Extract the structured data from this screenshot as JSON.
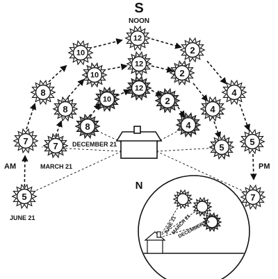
{
  "compass": {
    "south": "S",
    "north": "N"
  },
  "labels": {
    "noon": "NOON",
    "am": "AM",
    "pm": "PM",
    "june": "JUNE 21",
    "march": "MARCH 21",
    "december": "DECEMBER 21"
  },
  "inset": {
    "june": "JUNE 21",
    "march": "MARCH 21",
    "december": "DECEMBER 21"
  },
  "paths": {
    "june": {
      "shading": "white",
      "hours": [
        "5",
        "7",
        "8",
        "10",
        "12",
        "2",
        "4",
        "5",
        "7"
      ]
    },
    "march": {
      "shading": "dotted",
      "hours": [
        "7",
        "8",
        "10",
        "12",
        "2",
        "4",
        "5"
      ]
    },
    "december": {
      "shading": "dark-dotted",
      "hours": [
        "8",
        "10",
        "12",
        "2",
        "4"
      ]
    }
  },
  "colors": {
    "ink": "#111111",
    "background": "#ffffff"
  }
}
